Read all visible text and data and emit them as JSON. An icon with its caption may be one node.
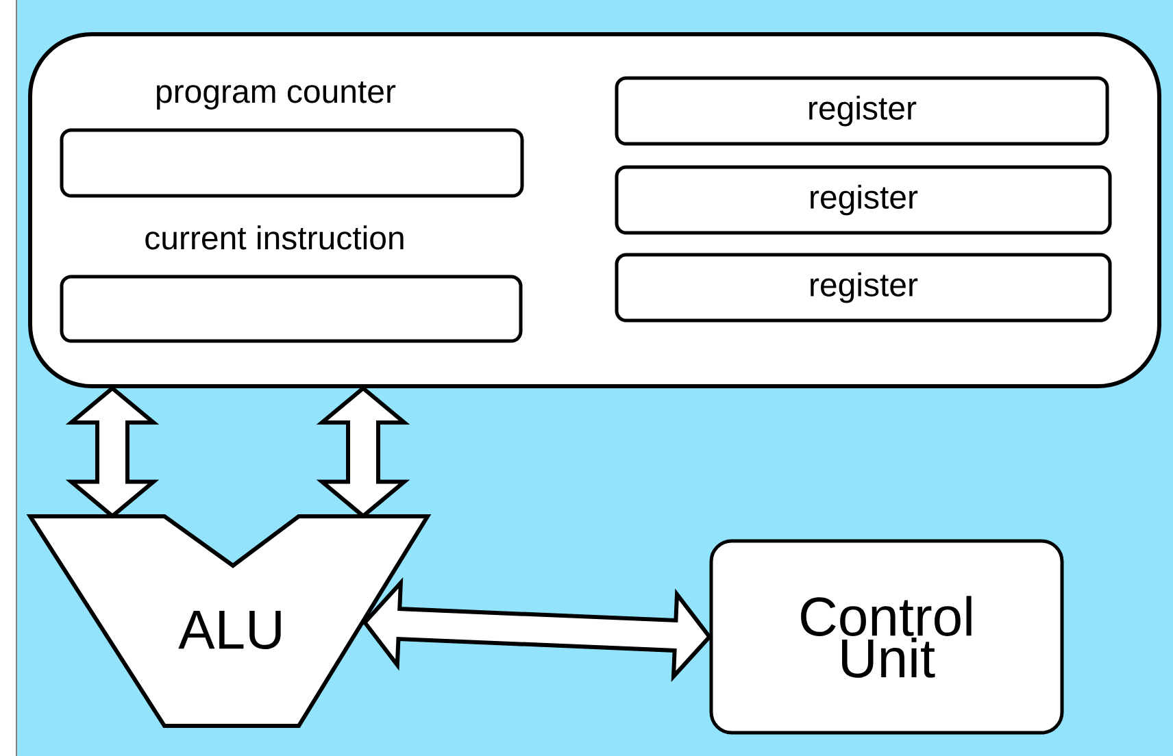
{
  "diagram": {
    "nodes": [
      {
        "text": [],
        "shape": "box"
      },
      {
        "text": [
          "program counter"
        ],
        "in": 0
      },
      {
        "text": [
          "current instruction"
        ],
        "in": 0
      },
      {
        "text": [
          "register"
        ],
        "in": 0
      },
      {
        "text": [
          "register"
        ],
        "in": 0
      },
      {
        "text": [
          "register"
        ],
        "in": 0
      },
      {
        "text": [
          "ALU"
        ]
      },
      {
        "text": [
          "Control Unit"
        ]
      }
    ],
    "edges": [
      {
        "from": 0,
        "to": 6,
        "arrow": "both"
      },
      {
        "from": 0,
        "to": 6,
        "arrow": "both"
      },
      {
        "from": 6,
        "to": 7,
        "arrow": "both"
      }
    ]
  }
}
